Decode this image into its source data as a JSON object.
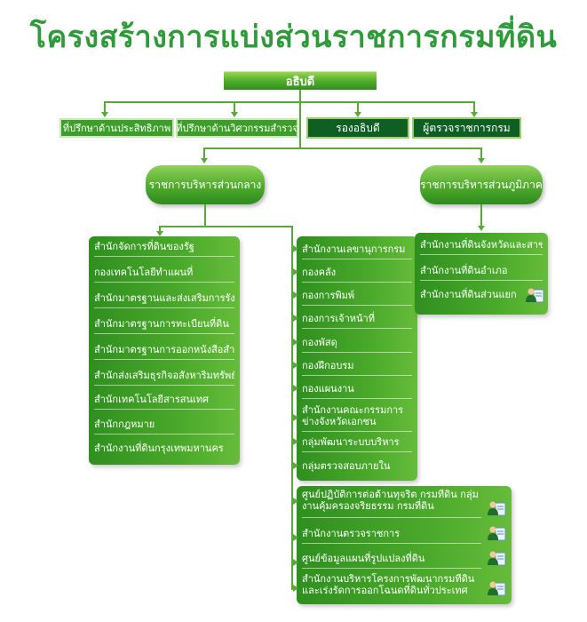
{
  "title": "โครงสร้างการแบ่งส่วนราชการกรมที่ดิน",
  "top": "อธิบดี",
  "advisors": [
    "ที่ปรึกษาด้านประสิทธิภาพ",
    "ที่ปรึกษาด้านวิศวกรรมสำรวจ"
  ],
  "deputy": "รองอธิบดี",
  "inspector": "ผู้ตรวจราชการกรม",
  "central": "ราชการบริหารส่วนกลาง",
  "regional": "ราชการบริหารส่วนภูมิภาค",
  "central_left": [
    "สำนักจัดการที่ดินของรัฐ",
    "กองเทคโนโลยีทำแผนที่",
    "สำนักมาตรฐานและส่งเสริมการรังวัด",
    "สำนักมาตรฐานการทะเบียนที่ดิน",
    "สำนักมาตรฐานการออกหนังสือสำคัญ",
    "สำนักส่งเสริมธุรกิจอสังหาริมทรัพย์",
    "สำนักเทคโนโลยีสารสนเทศ",
    "สำนักกฎหมาย",
    "สำนักงานที่ดินกรุงเทพมหานคร"
  ],
  "central_mid": [
    "สำนักงานเลขานุการกรม",
    "กองคลัง",
    "กองการพิมพ์",
    "กองการเจ้าหน้าที่",
    "กองพัสดุ",
    "กองฝึกอบรม",
    "กองแผนงาน",
    "สำนักงานคณะกรรมการข่างจังหวัดเอกชน",
    "กลุ่มพัฒนาระบบบริหาร",
    "กลุ่มตรวจสอบภายใน"
  ],
  "central_bottom": [
    "ศูนย์ปฏิบัติการต่อต้านทุจริต กรมที่ดิน กลุ่มงานคุ้มครองจริยธรรม กรมที่ดิน",
    "สำนักงานตรวจราชการ",
    "ศูนย์ข้อมูลแผนที่รูปแปลงที่ดิน",
    "สำนักงานบริหารโครงการพัฒนากรมที่ดินและเร่งรัดการออกโฉนดที่ดินทั่วประเทศ"
  ],
  "regional_items": [
    "สำนักงานที่ดินจังหวัดและสาขา",
    "สำนักงานที่ดินอำเภอ",
    "สำนักงานที่ดินส่วนแยก"
  ],
  "icon": "person-document-icon"
}
